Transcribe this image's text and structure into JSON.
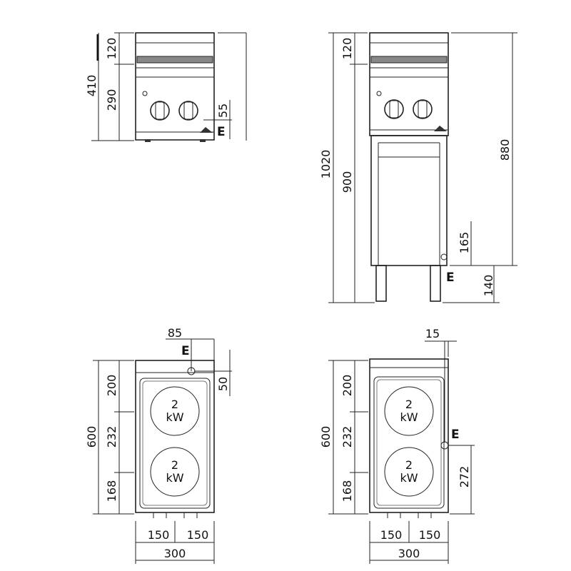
{
  "front_view": {
    "dims": {
      "total_height": "410",
      "top_height": "120",
      "panel_height": "290",
      "connection_height": "55"
    },
    "connection_label": "E"
  },
  "stand_view": {
    "dims": {
      "total_height": "1020",
      "top_height": "120",
      "body_height": "900",
      "work_height": "880",
      "connection_height": "165",
      "leg_height": "140"
    },
    "connection_label": "E"
  },
  "plan_view_left": {
    "dims": {
      "total_depth": "600",
      "rear": "200",
      "middle": "232",
      "front": "168",
      "offset_top": "85",
      "offset_right": "50",
      "half_left": "150",
      "half_right": "150",
      "width": "300"
    },
    "connection_label": "E",
    "hotplates": [
      {
        "value": "2",
        "unit": "kW"
      },
      {
        "value": "2",
        "unit": "kW"
      }
    ]
  },
  "plan_view_right": {
    "dims": {
      "total_depth": "600",
      "rear": "200",
      "middle": "232",
      "front": "168",
      "offset_top": "15",
      "connection_from_front": "272",
      "half_left": "150",
      "half_right": "150",
      "width": "300"
    },
    "connection_label": "E",
    "hotplates": [
      {
        "value": "2",
        "unit": "kW"
      },
      {
        "value": "2",
        "unit": "kW"
      }
    ]
  }
}
